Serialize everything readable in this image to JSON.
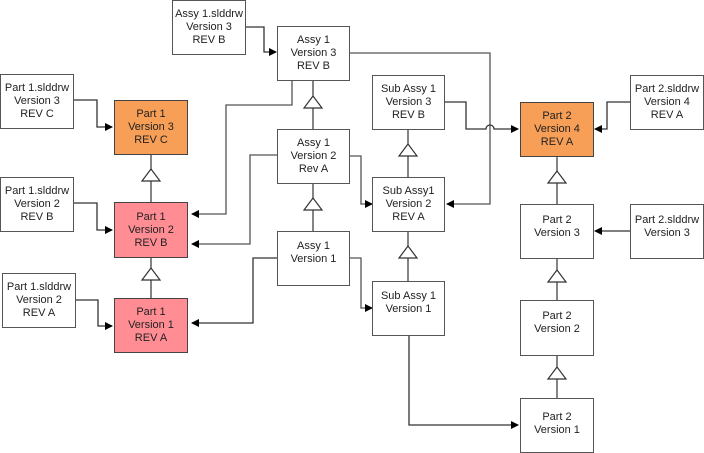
{
  "diagram": {
    "type": "version-dependency-flowchart",
    "colors": {
      "released_latest": "#f79f56",
      "released_older": "#ff8d93",
      "default": "#ffffff",
      "line": "#555555"
    },
    "nodes": {
      "assy_drw_v3": {
        "lines": [
          "Assy 1.slddrw",
          "Version 3",
          "REV B"
        ],
        "fill": "default"
      },
      "part1_drw_v3": {
        "lines": [
          "Part 1.slddrw",
          "Version 3",
          "REV C"
        ],
        "fill": "default"
      },
      "part1_drw_v2b": {
        "lines": [
          "Part 1.slddrw",
          "Version 2",
          "REV B"
        ],
        "fill": "default"
      },
      "part1_drw_v2a": {
        "lines": [
          "Part 1.slddrw",
          "Version 2",
          "REV A"
        ],
        "fill": "default"
      },
      "part1_v3": {
        "lines": [
          "Part 1",
          "Version 3",
          "REV C"
        ],
        "fill": "released_latest"
      },
      "part1_v2": {
        "lines": [
          "Part 1",
          "Version 2",
          "REV B"
        ],
        "fill": "released_older"
      },
      "part1_v1": {
        "lines": [
          "Part 1",
          "Version 1",
          "REV A"
        ],
        "fill": "released_older"
      },
      "assy1_v3": {
        "lines": [
          "Assy 1",
          "Version 3",
          "REV B"
        ],
        "fill": "default"
      },
      "assy1_v2": {
        "lines": [
          "Assy 1",
          "Version 2",
          "Rev A"
        ],
        "fill": "default"
      },
      "assy1_v1": {
        "lines": [
          "Assy 1",
          "Version 1"
        ],
        "fill": "default"
      },
      "sub1_v3": {
        "lines": [
          "Sub Assy 1",
          "Version 3",
          "REV B"
        ],
        "fill": "default"
      },
      "sub1_v2": {
        "lines": [
          "Sub Assy1",
          "Version 2",
          "REV A"
        ],
        "fill": "default"
      },
      "sub1_v1": {
        "lines": [
          "Sub Assy 1",
          "Version 1"
        ],
        "fill": "default"
      },
      "part2_v4": {
        "lines": [
          "Part 2",
          "Version 4",
          "REV A"
        ],
        "fill": "released_latest"
      },
      "part2_v3": {
        "lines": [
          "Part 2",
          "Version 3"
        ],
        "fill": "default"
      },
      "part2_v2": {
        "lines": [
          "Part 2",
          "Version 2"
        ],
        "fill": "default"
      },
      "part2_v1": {
        "lines": [
          "Part 2",
          "Version 1"
        ],
        "fill": "default"
      },
      "part2_drw_v4": {
        "lines": [
          "Part 2.slddrw",
          "Version 4",
          "REV A"
        ],
        "fill": "default"
      },
      "part2_drw_v3": {
        "lines": [
          "Part 2.slddrw",
          "Version 3"
        ],
        "fill": "default"
      }
    },
    "edges": [
      {
        "from": "assy_drw_v3",
        "to": "assy1_v3",
        "kind": "reference"
      },
      {
        "from": "part1_drw_v3",
        "to": "part1_v3",
        "kind": "reference"
      },
      {
        "from": "part1_drw_v2b",
        "to": "part1_v2",
        "kind": "reference"
      },
      {
        "from": "part1_drw_v2a",
        "to": "part1_v1",
        "kind": "reference"
      },
      {
        "from": "part1_v1",
        "to": "part1_v2",
        "kind": "succession"
      },
      {
        "from": "part1_v2",
        "to": "part1_v3",
        "kind": "succession"
      },
      {
        "from": "assy1_v1",
        "to": "assy1_v2",
        "kind": "succession"
      },
      {
        "from": "assy1_v2",
        "to": "assy1_v3",
        "kind": "succession"
      },
      {
        "from": "sub1_v1",
        "to": "sub1_v2",
        "kind": "succession"
      },
      {
        "from": "sub1_v2",
        "to": "sub1_v3",
        "kind": "succession"
      },
      {
        "from": "part2_v1",
        "to": "part2_v2",
        "kind": "succession"
      },
      {
        "from": "part2_v2",
        "to": "part2_v3",
        "kind": "succession"
      },
      {
        "from": "part2_v3",
        "to": "part2_v4",
        "kind": "succession"
      },
      {
        "from": "assy1_v3",
        "to": "part1_v2",
        "kind": "reference"
      },
      {
        "from": "assy1_v3",
        "to": "sub1_v2",
        "kind": "reference"
      },
      {
        "from": "assy1_v2",
        "to": "part1_v2",
        "kind": "reference"
      },
      {
        "from": "assy1_v2",
        "to": "sub1_v2",
        "kind": "reference"
      },
      {
        "from": "assy1_v1",
        "to": "part1_v1",
        "kind": "reference"
      },
      {
        "from": "assy1_v1",
        "to": "sub1_v1",
        "kind": "reference"
      },
      {
        "from": "sub1_v3",
        "to": "part2_v4",
        "kind": "reference"
      },
      {
        "from": "sub1_v1",
        "to": "part2_v1",
        "kind": "reference"
      },
      {
        "from": "part2_drw_v4",
        "to": "part2_v4",
        "kind": "reference"
      },
      {
        "from": "part2_drw_v3",
        "to": "part2_v3",
        "kind": "reference"
      }
    ]
  }
}
